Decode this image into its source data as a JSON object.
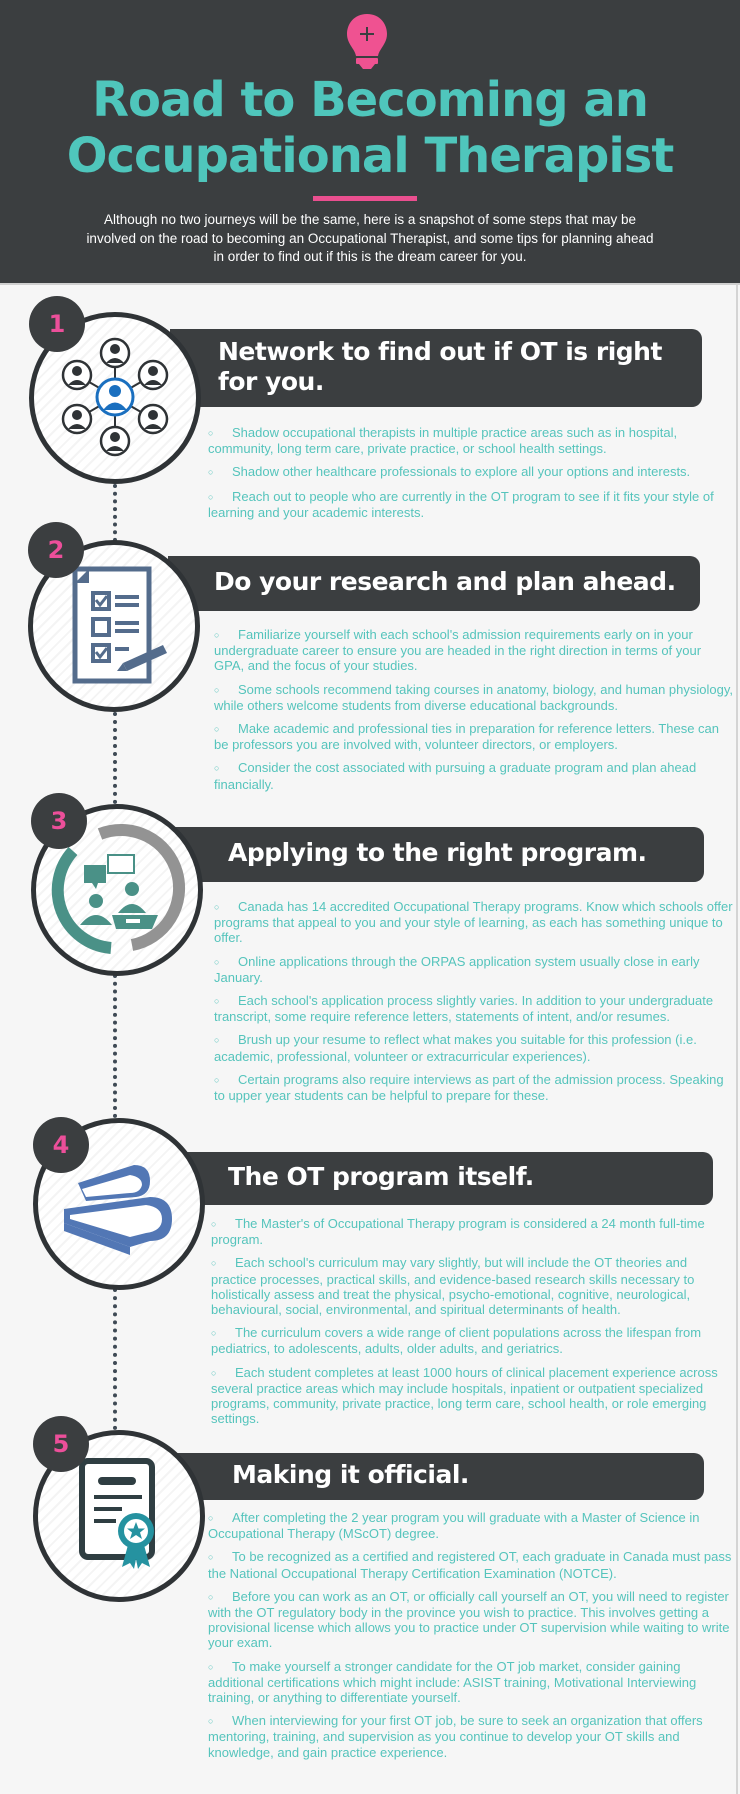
{
  "header": {
    "icon": "lightbulb-plus-icon",
    "title_line1": "Road to Becoming an",
    "title_line2": "Occupational Therapist",
    "intro": "Although no two journeys will be the same, here is a snapshot of some steps that may be involved on the road to becoming an Occupational Therapist, and some tips for planning ahead in order to find out if this is the dream career for you.",
    "colors": {
      "background": "#3b3e40",
      "title": "#4fc6bc",
      "accent": "#ea4f8f"
    }
  },
  "colors": {
    "banner": "#3b3e40",
    "step_number": "#ec4f9a",
    "body_text": "#55c4bc"
  },
  "steps": [
    {
      "number": "1",
      "icon": "network-people-icon",
      "title_line1": "Network to find out if OT is right",
      "title_line2": "for you.",
      "bullets": [
        "Shadow occupational therapists in multiple practice areas such as in hospital, community, long term care, private practice, or school health settings.",
        "Shadow other healthcare professionals to explore all your options and interests.",
        "Reach out to people who are currently in the OT program to see if it fits your style of learning and your academic interests."
      ]
    },
    {
      "number": "2",
      "icon": "checklist-icon",
      "title_line1": "Do your research and plan ahead.",
      "bullets": [
        "Familiarize yourself with each school's admission requirements early on in your undergraduate career to ensure you are headed in the right direction in terms of your GPA, and the focus of your studies.",
        "Some schools recommend taking courses in anatomy, biology, and human physiology, while others welcome students from diverse educational backgrounds.",
        "Make academic and professional ties in preparation for reference letters. These can be professors you are involved with, volunteer directors, or employers.",
        "Consider the cost associated with pursuing a graduate program and plan ahead financially."
      ]
    },
    {
      "number": "3",
      "icon": "interview-icon",
      "title_line1": "Applying to the right program.",
      "bullets": [
        "Canada has 14 accredited Occupational Therapy programs. Know which schools offer programs that appeal to you and your style of learning, as each has something unique to offer.",
        "Online applications through the ORPAS application system usually close in early January.",
        "Each school's application process slightly varies. In addition to your undergraduate transcript, some require reference letters, statements of intent, and/or resumes.",
        "Brush up your resume to reflect what makes you suitable for this profession (i.e. academic, professional, volunteer or extracurricular experiences).",
        "Certain programs also require interviews as part of the admission process. Speaking to upper year students can be helpful to prepare for these."
      ]
    },
    {
      "number": "4",
      "icon": "books-icon",
      "title_line1": "The OT program itself.",
      "bullets": [
        "The Master's of Occupational Therapy program is considered a 24 month full-time program.",
        "Each school's curriculum may vary slightly, but will include the OT theories and practice processes, practical skills, and evidence-based research skills necessary to holistically assess and treat the physical, psycho-emotional, cognitive, neurological, behavioural, social, environmental, and spiritual determinants of health.",
        "The curriculum covers a wide range of client populations across the lifespan from pediatrics, to adolescents, adults, older adults, and geriatrics.",
        "Each student completes at least 1000 hours of clinical placement experience across several practice areas which may include hospitals, inpatient or outpatient specialized programs, community, private practice, long term care, school health, or role emerging settings."
      ]
    },
    {
      "number": "5",
      "icon": "certificate-icon",
      "title_line1": "Making it official.",
      "bullets": [
        "After completing the 2 year program you will graduate with a Master of Science in Occupational Therapy (MScOT) degree.",
        "To be recognized as a certified and registered OT, each graduate in Canada must pass the National Occupational Therapy Certification Examination (NOTCE).",
        "Before you can work as an OT, or officially call yourself an OT, you will need to register with the OT regulatory body in the province you wish to practice. This involves getting a provisional license which allows you to practice under OT supervision while waiting to write your exam.",
        "To make yourself a stronger candidate for the OT job market, consider gaining additional certifications which might include: ASIST training, Motivational Interviewing training, or anything to differentiate yourself.",
        "When interviewing for your first OT job, be sure to seek an organization that offers mentoring, training, and supervision as you continue to develop your OT skills and knowledge, and gain practice experience."
      ]
    }
  ],
  "bullet_glyph": "○"
}
